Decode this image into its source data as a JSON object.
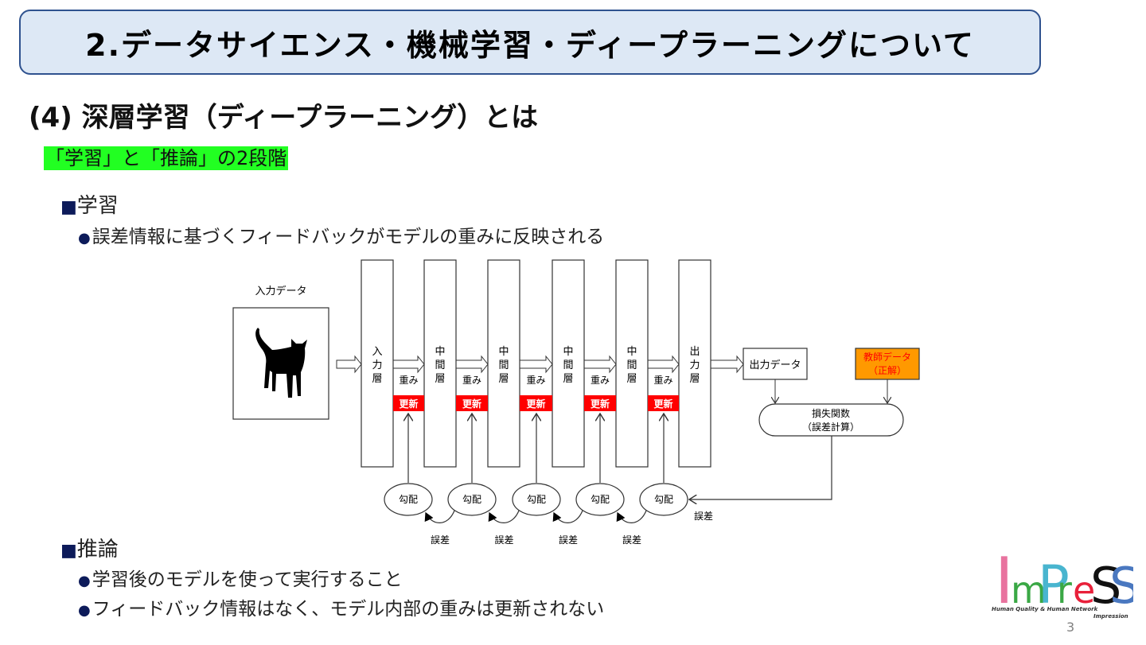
{
  "slide": {
    "title": "2.データサイエンス・機械学習・ディープラーニングについて",
    "heading": "(4) 深層学習（ディープラーニング）とは",
    "highlight": "「学習」と「推論」の2段階",
    "learning": {
      "label": "学習",
      "bullets": [
        "誤差情報に基づくフィードバックがモデルの重みに反映される"
      ]
    },
    "inference": {
      "label": "推論",
      "bullets": [
        "学習後のモデルを使って実行すること",
        "フィードバック情報はなく、モデル内部の重みは更新されない"
      ]
    },
    "page_number": "3"
  },
  "diagram": {
    "input_label": "入力データ",
    "layers": [
      "入力層",
      "中間層",
      "中間層",
      "中間層",
      "中間層",
      "出力層"
    ],
    "weight_label": "重み",
    "update_label": "更新",
    "output_data": "出力データ",
    "teacher_data": [
      "教師データ",
      "（正解）"
    ],
    "loss_function": [
      "損失関数",
      "（誤差計算）"
    ],
    "gradient_label": "勾配",
    "error_label": "誤差",
    "colors": {
      "update": "#ff0000",
      "teacher_fill": "#ff9900",
      "teacher_text": "#ff0000"
    }
  },
  "logo": {
    "letters": [
      "I",
      "m",
      "P",
      "r",
      "e",
      "S",
      "S"
    ],
    "colors": [
      "#e8739f",
      "#3aa845",
      "#49b5cf",
      "#3aa845",
      "#e8203a",
      "#111111",
      "#4a78c0"
    ],
    "tagline": "Human Quality & Human Network",
    "sub": "Impression"
  },
  "icons": {
    "square_bullet": "■",
    "round_bullet": "●"
  }
}
